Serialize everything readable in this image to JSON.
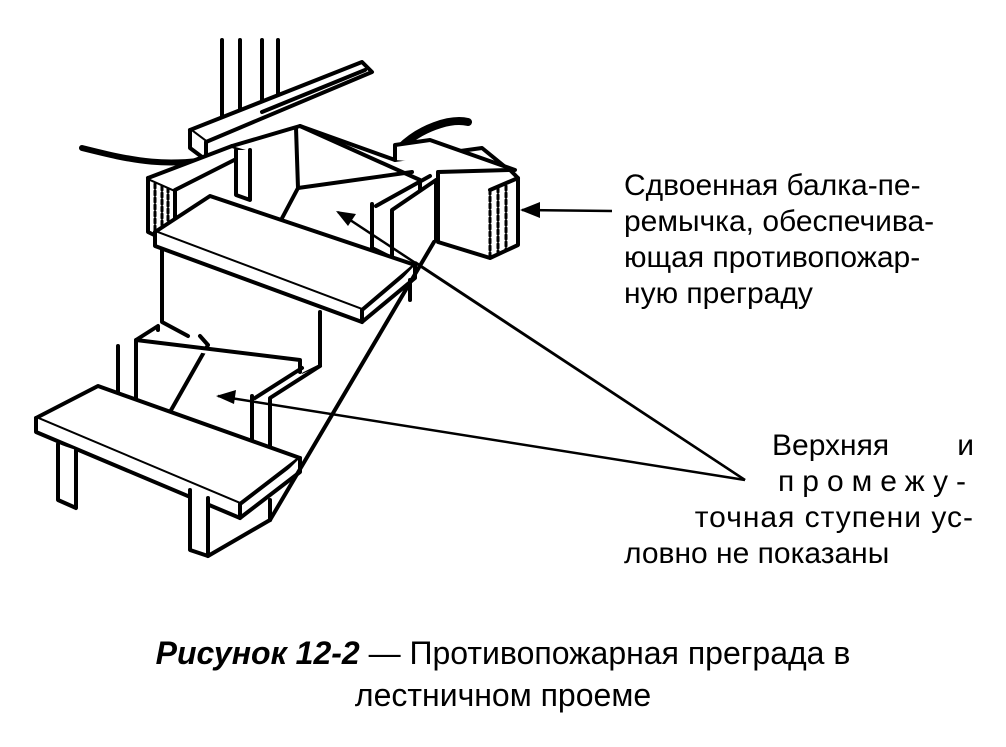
{
  "labels": {
    "beam": {
      "lines": [
        "Сдвоенная балка-пе-",
        "ремычка, обеспечива-",
        "ющая противопожар-",
        "ную преграду"
      ]
    },
    "steps": {
      "line1": [
        "Верхняя",
        "и"
      ],
      "line2": "промежу-",
      "line3": "точная ступени ус-",
      "line4": "ловно не показаны"
    }
  },
  "caption": {
    "bold_part": "Рисунок 12-2",
    "rest_line1": " — Противопожарная преграда в",
    "line2": "лестничном проеме"
  },
  "colors": {
    "ink": "#000000",
    "paper": "#ffffff"
  }
}
